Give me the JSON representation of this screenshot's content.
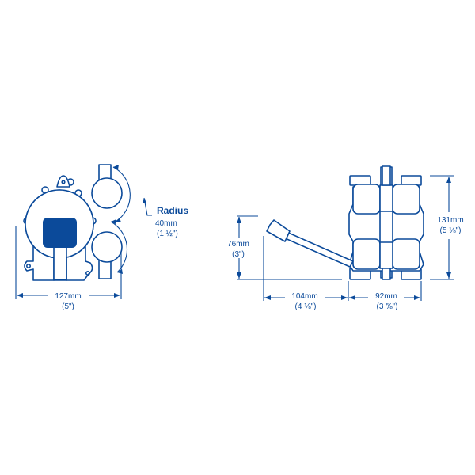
{
  "diagram": {
    "color": "#0b4a9a",
    "front_view": {
      "width_dimension": {
        "metric": "127mm",
        "imperial": "(5\")"
      },
      "radius_callout": {
        "title": "Radius",
        "metric": "40mm",
        "imperial": "(1 ½\")"
      }
    },
    "side_view": {
      "handle_height": {
        "metric": "76mm",
        "imperial": "(3\")"
      },
      "handle_reach": {
        "metric": "104mm",
        "imperial": "(4 ⅛\")"
      },
      "body_width": {
        "metric": "92mm",
        "imperial": "(3 ⅝\")"
      },
      "body_height": {
        "metric": "131mm",
        "imperial": "(5 ⅛\")"
      }
    }
  }
}
